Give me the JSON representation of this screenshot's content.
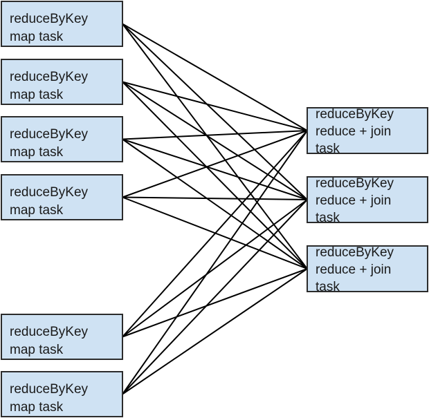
{
  "map_nodes": [
    {
      "lines": [
        "reduceByKey",
        "map task"
      ]
    },
    {
      "lines": [
        "reduceByKey",
        "map task"
      ]
    },
    {
      "lines": [
        "reduceByKey",
        "map task"
      ]
    },
    {
      "lines": [
        "reduceByKey",
        "map task"
      ]
    },
    {
      "lines": [
        "reduceByKey",
        "map task"
      ]
    },
    {
      "lines": [
        "reduceByKey",
        "map task"
      ]
    }
  ],
  "reduce_nodes": [
    {
      "lines": [
        "reduceByKey",
        "reduce + join",
        "task"
      ]
    },
    {
      "lines": [
        "reduceByKey",
        "reduce + join",
        "task"
      ]
    },
    {
      "lines": [
        "reduceByKey",
        "reduce + join",
        "task"
      ]
    }
  ],
  "connectivity": "all-to-all",
  "colors": {
    "node_fill": "#cfe2f3",
    "node_border": "#2b2b2b",
    "edge": "#000000"
  }
}
